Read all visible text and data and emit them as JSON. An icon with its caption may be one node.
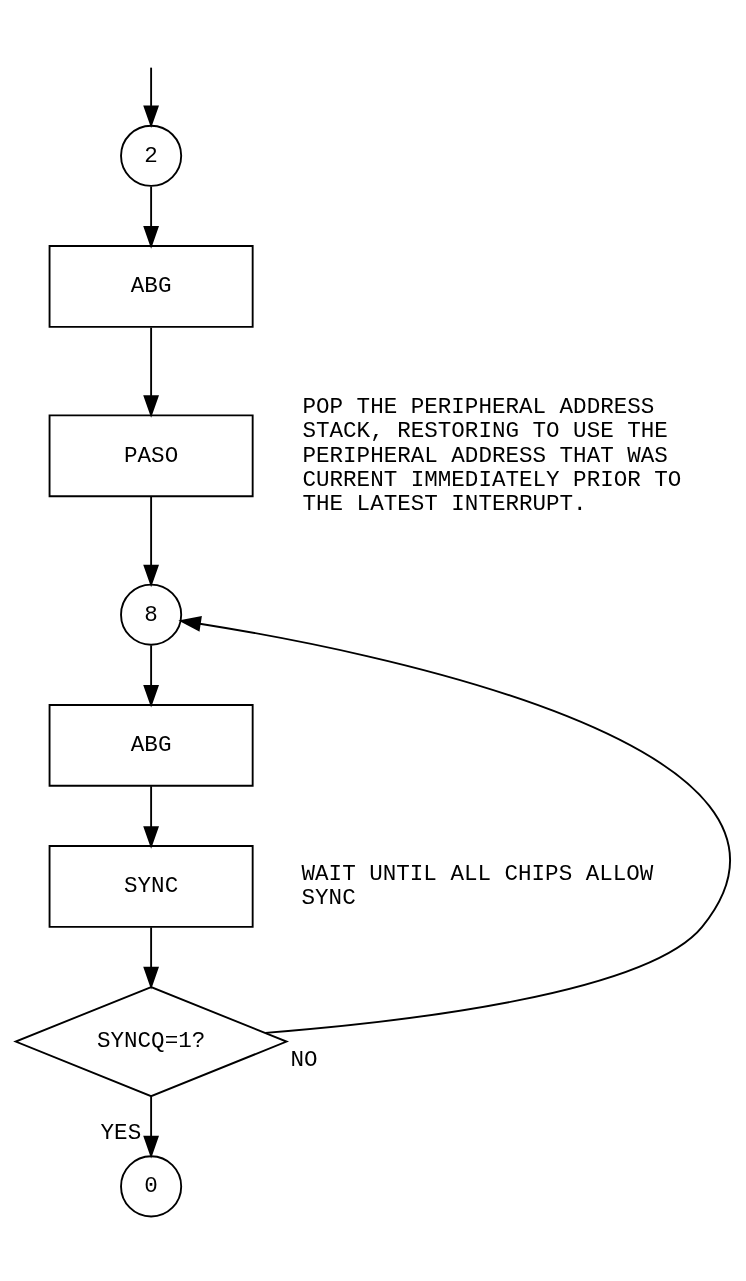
{
  "diagram": {
    "nodes": [
      {
        "text": [
          "2"
        ]
      },
      {
        "text": [
          "ABG"
        ]
      },
      {
        "text": [
          "PASO"
        ],
        "beside": [
          "POP THE PERIPHERAL ADDRESS STACK, RESTORING TO USE THE PERIPHERAL ADDRESS THAT WAS CURRENT IMMEDIATELY PRIOR TO THE LATEST INTERRUPT."
        ]
      },
      {
        "text": [
          "8"
        ]
      },
      {
        "text": [
          "ABG"
        ]
      },
      {
        "text": [
          "SYNC"
        ],
        "beside": [
          "WAIT UNTIL ALL CHIPS ALLOW SYNC"
        ]
      },
      {
        "text": [
          "SYNCQ=1?"
        ]
      },
      {
        "text": [
          "0"
        ]
      }
    ],
    "edges": [
      {
        "from": null,
        "to": 0,
        "arrow": "to"
      },
      {
        "from": 0,
        "to": 1,
        "arrow": "to"
      },
      {
        "from": 1,
        "to": 2,
        "arrow": "to"
      },
      {
        "from": 2,
        "to": 3,
        "arrow": "to"
      },
      {
        "from": 3,
        "to": 4,
        "arrow": "to"
      },
      {
        "from": 4,
        "to": 5,
        "arrow": "to"
      },
      {
        "from": 5,
        "to": 6,
        "arrow": "to"
      },
      {
        "from": 6,
        "to": 7,
        "label": "YES",
        "arrow": "to"
      },
      {
        "from": 6,
        "to": 3,
        "label": "NO",
        "arrow": "to"
      }
    ]
  }
}
